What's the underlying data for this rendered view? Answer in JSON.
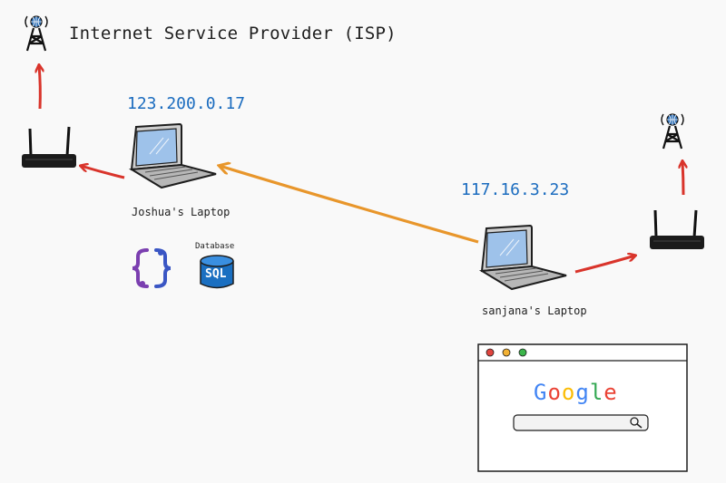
{
  "title": "Internet Service Provider (ISP)",
  "nodes": {
    "laptop_left": {
      "ip": "123.200.0.17",
      "label": "Joshua's Laptop"
    },
    "laptop_right": {
      "ip": "117.16.3.23",
      "label": "sanjana's Laptop"
    }
  },
  "database": {
    "caption": "Database",
    "label": "SQL"
  },
  "browser": {
    "logo_letters": [
      {
        "ch": "G",
        "color": "#4285f4"
      },
      {
        "ch": "o",
        "color": "#ea4335"
      },
      {
        "ch": "o",
        "color": "#fbbc05"
      },
      {
        "ch": "g",
        "color": "#4285f4"
      },
      {
        "ch": "l",
        "color": "#34a853"
      },
      {
        "ch": "e",
        "color": "#ea4335"
      }
    ],
    "window_dots": [
      "#e0443e",
      "#f2b134",
      "#3bb54a"
    ]
  },
  "colors": {
    "link_arrow": "#e8962b",
    "uplink_arrow": "#d9342b",
    "ip_text": "#1b6cbf"
  }
}
